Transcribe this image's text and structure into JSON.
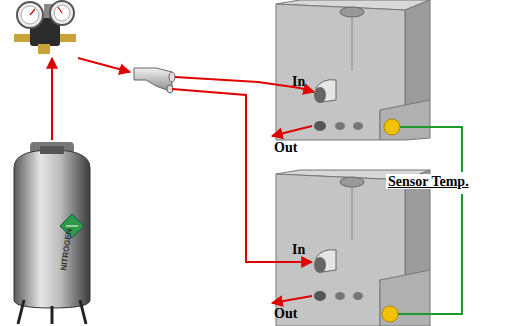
{
  "diagram": {
    "labels": [
      "NITROGEN",
      "In",
      "Out",
      "In",
      "Out",
      "Sensor Temp."
    ]
  }
}
